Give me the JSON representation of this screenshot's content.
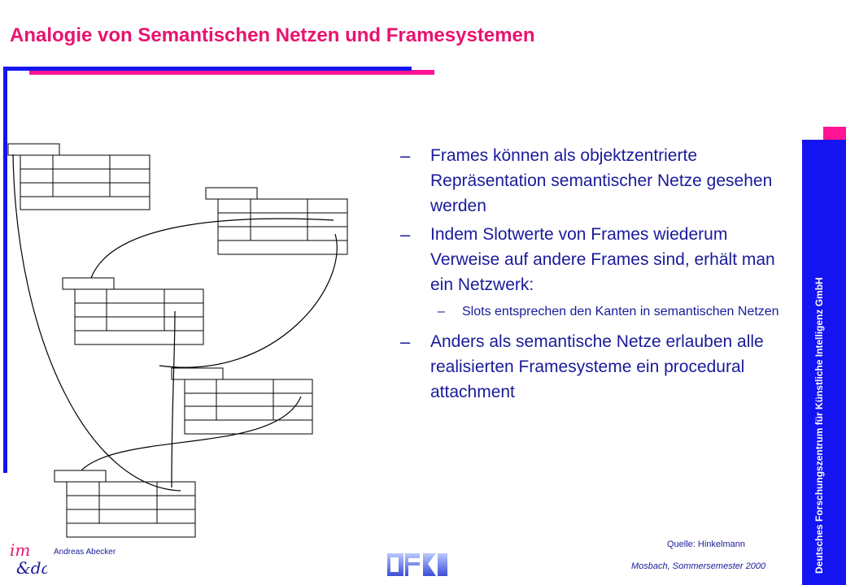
{
  "title": "Analogie von Semantischen Netzen und Framesystemen",
  "bullets": [
    {
      "level": 1,
      "marker": "–",
      "text": "Frames können als objektzentrierte Repräsentation semantischer Netze gesehen werden"
    },
    {
      "level": 1,
      "marker": "–",
      "text": "Indem Slotwerte von Frames wiederum Verweise auf andere Frames sind, erhält man ein Netzwerk:"
    },
    {
      "level": 2,
      "marker": "–",
      "text": "Slots entsprechen den Kanten in semantischen Netzen"
    },
    {
      "level": 1,
      "marker": "–",
      "text": "Anders als semantische Netze erlauben alle realisierten Framesysteme ein procedural attachment"
    }
  ],
  "source": "Quelle: Hinkelmann",
  "footer": {
    "author": "Andreas Abecker",
    "location": "Mosbach, Sommersemester 2000",
    "vertical": "Deutsches Forschungszentrum für Künstliche Intelligenz GmbH",
    "logo_left": "im&da",
    "logo_center": "DFKI"
  },
  "colors": {
    "accent": "#e8136f",
    "text": "#1a1a9a",
    "bar_blue": "#1414f0",
    "bar_pink": "#ff1493"
  }
}
